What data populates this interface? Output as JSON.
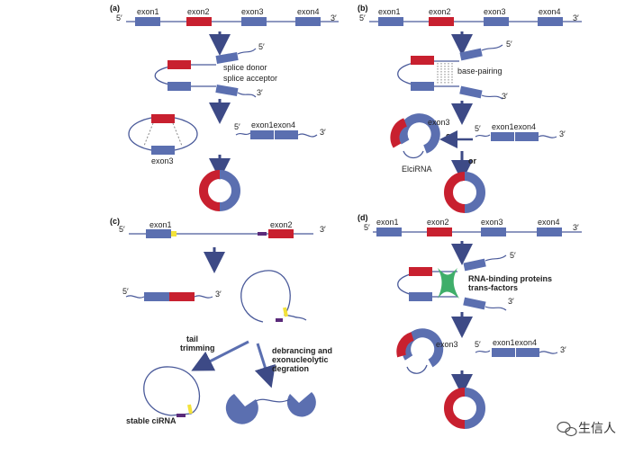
{
  "colors": {
    "blue": "#5b6fb0",
    "red": "#c8202f",
    "line": "#4a5a9a",
    "arrow": "#3d4a86",
    "yellow": "#f3e23a",
    "purple": "#5a2a7a",
    "green": "#3fae6a"
  },
  "panels": {
    "a": {
      "tag": "(a)",
      "five": "5′",
      "three": "3′",
      "exons": [
        "exon1",
        "exon2",
        "exon3",
        "exon4"
      ],
      "splice_donor": "splice donor",
      "splice_acceptor": "splice acceptor",
      "exon3": "exon3",
      "joined": "exon1exon4"
    },
    "b": {
      "tag": "(b)",
      "five": "5′",
      "three": "3′",
      "exons": [
        "exon1",
        "exon2",
        "exon3",
        "exon4"
      ],
      "base_pairing": "base-pairing",
      "exon3": "exon3",
      "or1": "or",
      "or2": "or",
      "elcirna": "ElciRNA",
      "joined": "exon1exon4"
    },
    "c": {
      "tag": "(c)",
      "five": "5′",
      "three": "3′",
      "exons": [
        "exon1",
        "exon2"
      ],
      "tail_trimming": [
        "tail",
        "trimming"
      ],
      "debranching": [
        "debrancing and",
        "exonucleolytic",
        "degration"
      ],
      "stable": "stable ciRNA"
    },
    "d": {
      "tag": "(d)",
      "five": "5′",
      "three": "3′",
      "exons": [
        "exon1",
        "exon2",
        "exon3",
        "exon4"
      ],
      "rbp": [
        "RNA-binding proteins",
        "trans-factors"
      ],
      "exon3": "exon3",
      "joined": "exon1exon4"
    }
  },
  "watermark": "生信人"
}
